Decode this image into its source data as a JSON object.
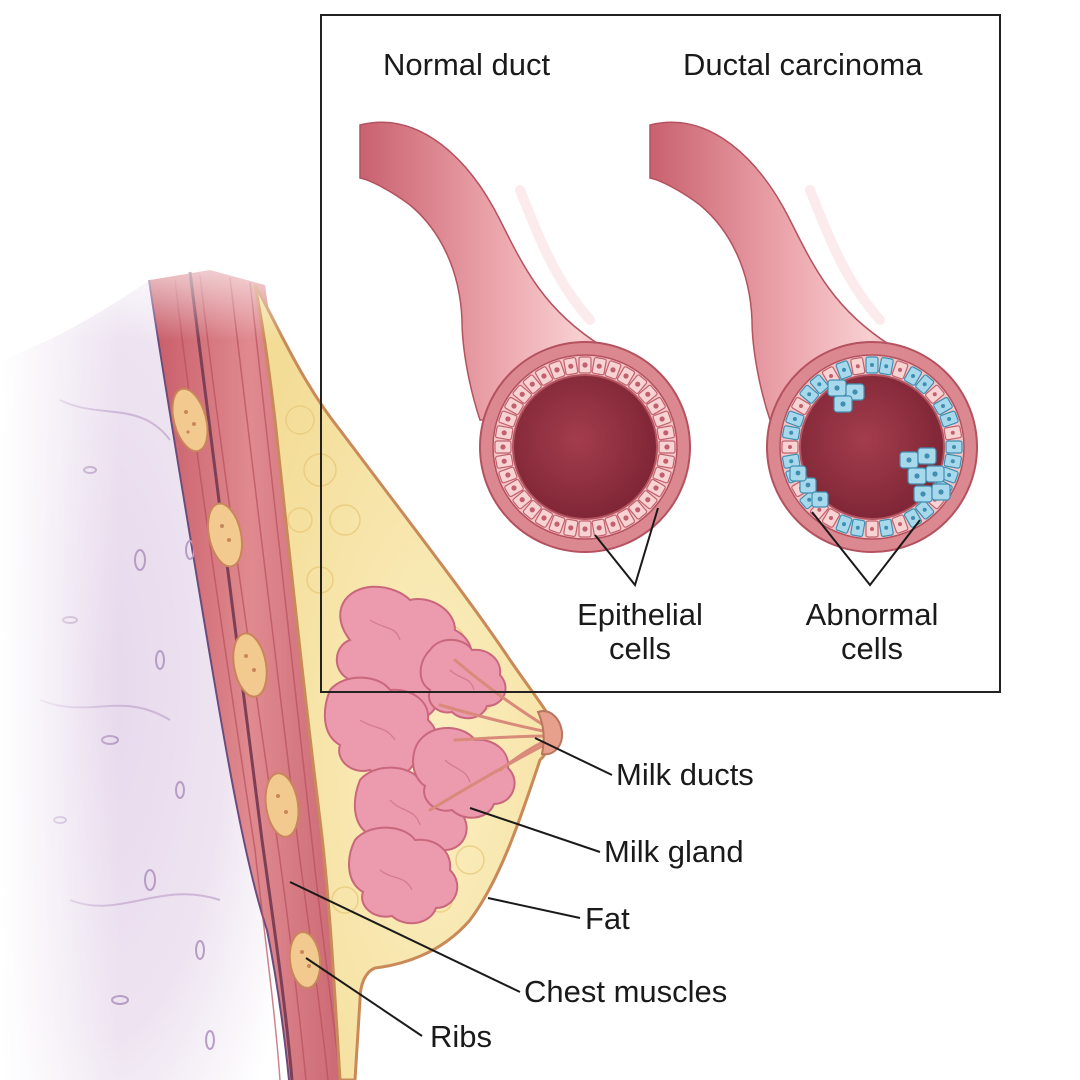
{
  "inset": {
    "normal_title": "Normal duct",
    "cancer_title": "Ductal carcinoma",
    "epithelial_label": [
      "Epithelial",
      "cells"
    ],
    "abnormal_label": [
      "Abnormal",
      "cells"
    ]
  },
  "anatomy": {
    "milk_ducts": "Milk ducts",
    "milk_gland": "Milk gland",
    "fat": "Fat",
    "chest_muscles": "Chest muscles",
    "ribs": "Ribs"
  },
  "colors": {
    "duct_wall": "#dc8890",
    "lumen": "#8e2e3e",
    "normal_cell": "#f4c6c8",
    "abnormal_cell": "#a8d8ec",
    "fat": "#f6e4a8",
    "gland": "#ec9aae",
    "muscle": "#d8727a",
    "lung": "#ebdfef",
    "outline": "#222222"
  }
}
